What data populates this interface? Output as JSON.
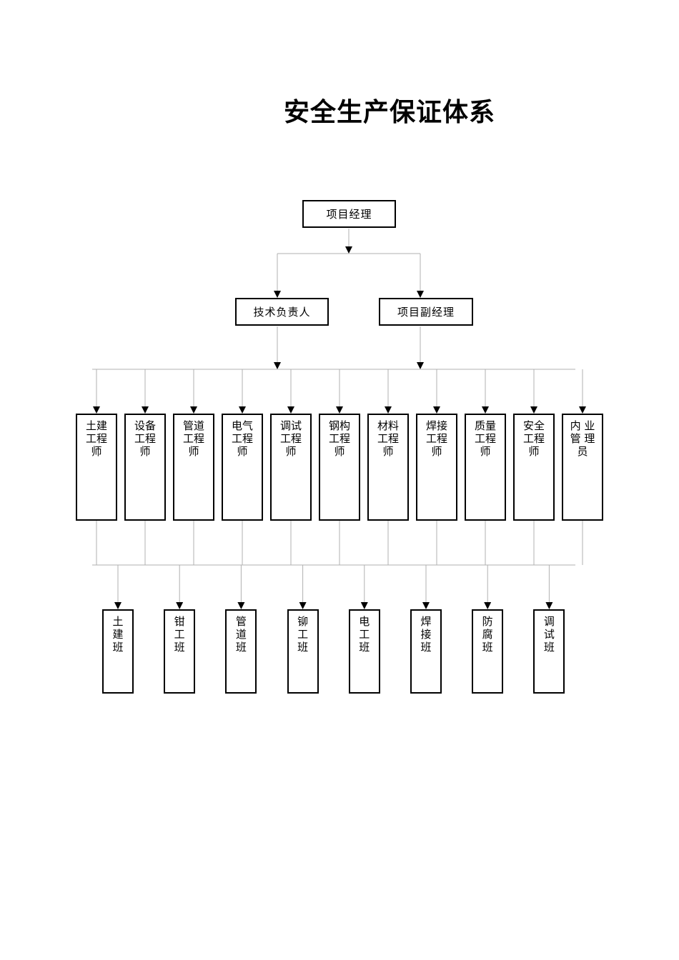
{
  "title": "安全生产保证体系",
  "root": {
    "label": "项目经理"
  },
  "level2": [
    {
      "label": "技术负责人"
    },
    {
      "label": "项目副经理"
    }
  ],
  "engineers": [
    {
      "lines": [
        "土建",
        "工程",
        "师"
      ]
    },
    {
      "lines": [
        "设备",
        "工程",
        "师"
      ]
    },
    {
      "lines": [
        "管道",
        "工程",
        "师"
      ]
    },
    {
      "lines": [
        "电气",
        "工程",
        "师"
      ]
    },
    {
      "lines": [
        "调试",
        "工程",
        "师"
      ]
    },
    {
      "lines": [
        "钢构",
        "工程",
        "师"
      ]
    },
    {
      "lines": [
        "材料",
        "工程",
        "师"
      ]
    },
    {
      "lines": [
        "焊接",
        "工程",
        "师"
      ]
    },
    {
      "lines": [
        "质量",
        "工程",
        "师"
      ]
    },
    {
      "lines": [
        "安全",
        "工程",
        "师"
      ]
    },
    {
      "lines": [
        "内 业",
        "管 理",
        "员"
      ]
    }
  ],
  "teams": [
    {
      "lines": [
        "土",
        "建",
        "班"
      ]
    },
    {
      "lines": [
        "钳",
        "工",
        "班"
      ]
    },
    {
      "lines": [
        "管",
        "道",
        "班"
      ]
    },
    {
      "lines": [
        "铆",
        "工",
        "班"
      ]
    },
    {
      "lines": [
        "电",
        "工",
        "班"
      ]
    },
    {
      "lines": [
        "焊",
        "接",
        "班"
      ]
    },
    {
      "lines": [
        "防",
        "腐",
        "班"
      ]
    },
    {
      "lines": [
        "调",
        "试",
        "班"
      ]
    }
  ],
  "colors": {
    "line": "#b0b0b0",
    "arrow": "#000000",
    "border": "#000000"
  }
}
